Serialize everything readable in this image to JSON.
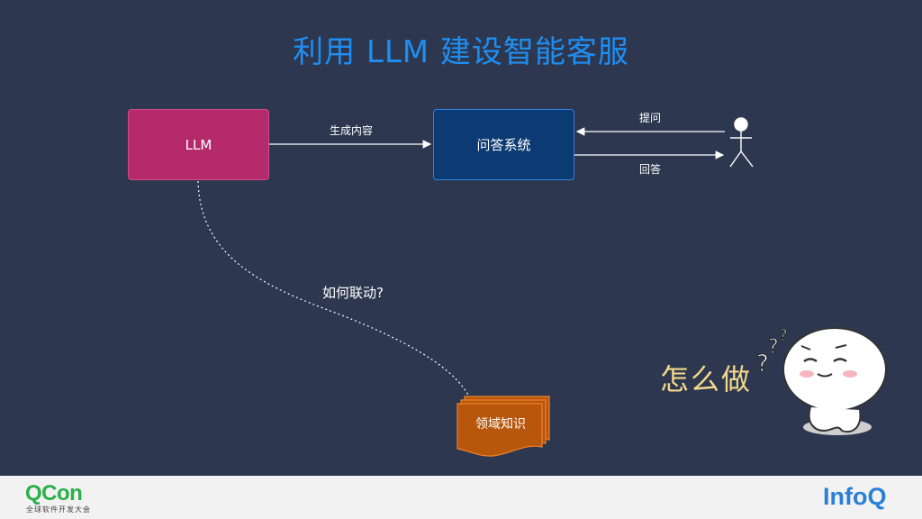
{
  "title": "利用 LLM 建设智能客服",
  "nodes": {
    "llm": "LLM",
    "qa_system": "问答系统",
    "domain_knowledge": "领域知识"
  },
  "edges": {
    "llm_to_qa": "生成内容",
    "ask": "提问",
    "answer": "回答",
    "link_question": "如何联动?"
  },
  "sticker": {
    "text": "怎么做"
  },
  "footer": {
    "qcon_logo": "QCon",
    "qcon_subtitle": "全球软件开发大会",
    "infoq_logo": "InfoQ"
  },
  "colors": {
    "background": "#2d3850",
    "title": "#1f8ef1",
    "llm_box": "#b52a6b",
    "qa_box": "#0c3a73",
    "knowledge_box": "#b8560c",
    "sticker_text": "#f4d88a"
  }
}
